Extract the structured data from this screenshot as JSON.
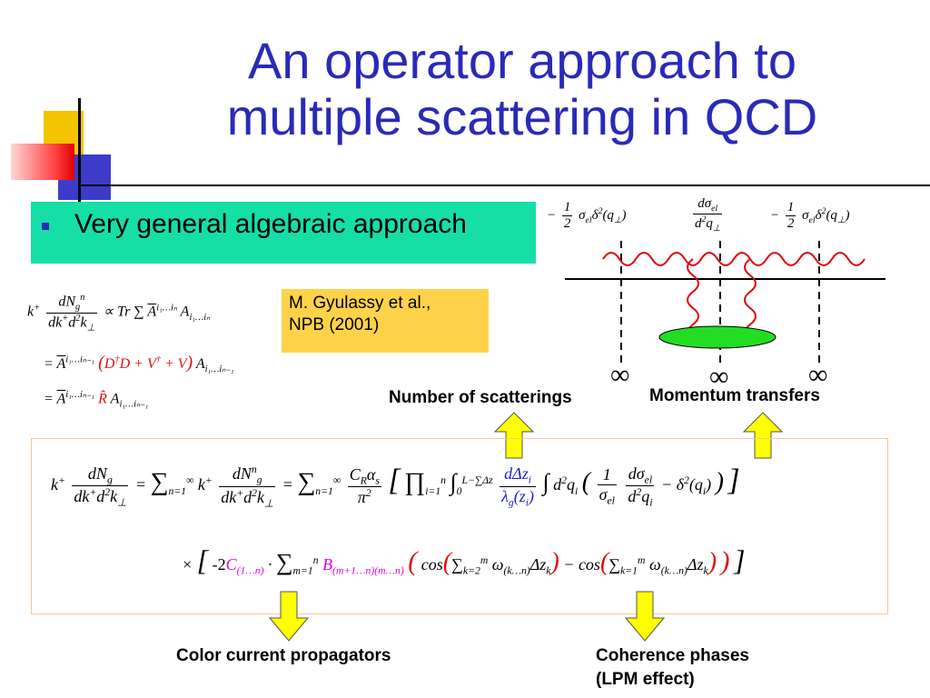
{
  "slide": {
    "title_line1": "An operator approach to",
    "title_line2": "multiple scattering in QCD",
    "bullet": "Very general algebraic approach",
    "reference_line1": "M. Gyulassy et al.,",
    "reference_line2": "NPB (2001)"
  },
  "diagram": {
    "left_term": "−½ σ_el δ²(q⊥)",
    "middle_term": "dσ_el / d²q⊥",
    "right_term": "−½ σ_el δ²(q⊥)",
    "infinity_symbol": "∞"
  },
  "labels": {
    "number_of_scatterings": "Number of scatterings",
    "momentum_transfers": "Momentum transfers",
    "color_current_propagators": "Color current propagators",
    "coherence_line1": "Coherence phases",
    "coherence_line2": "(LPM effect)"
  },
  "equation": {
    "minus_two": "-2",
    "C_label": "C",
    "B_label": "B"
  },
  "colors": {
    "title": "#2a2ab8",
    "bullet_box": "#16dea7",
    "reference_box": "#ffd24a",
    "arrow_fill": "#ffff00",
    "gluon": "#e00000",
    "blob": "#22dd22"
  }
}
